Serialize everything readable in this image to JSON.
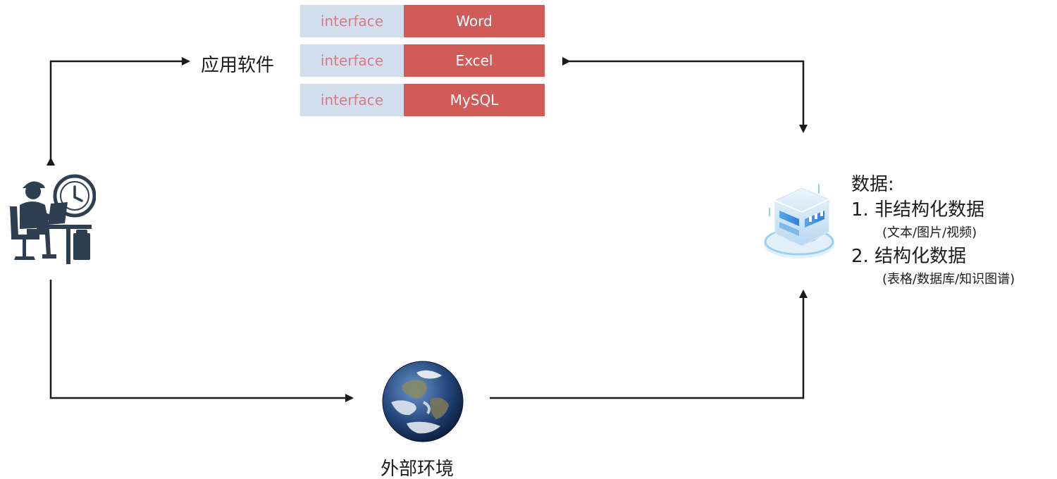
{
  "software": {
    "label": "应用软件",
    "rows": [
      {
        "interface": "interface",
        "app": "Word"
      },
      {
        "interface": "interface",
        "app": "Excel"
      },
      {
        "interface": "interface",
        "app": "MySQL"
      }
    ]
  },
  "environment": {
    "label": "外部环境"
  },
  "data": {
    "title": "数据:",
    "item1": "1. 非结构化数据",
    "item1_note": "(文本/图片/视频)",
    "item2": "2. 结构化数据",
    "item2_note": "(表格/数据库/知识图谱)"
  },
  "icons": {
    "person": "person-at-desk-with-clock-icon",
    "earth": "earth-globe-icon",
    "database": "database-server-icon"
  },
  "colors": {
    "interface_bg": "#d3dfee",
    "interface_text": "#d77b82",
    "app_bg": "#d05b58",
    "app_text": "#ffffff",
    "arrow": "#1a1a1a",
    "person_icon": "#2e3f52"
  }
}
